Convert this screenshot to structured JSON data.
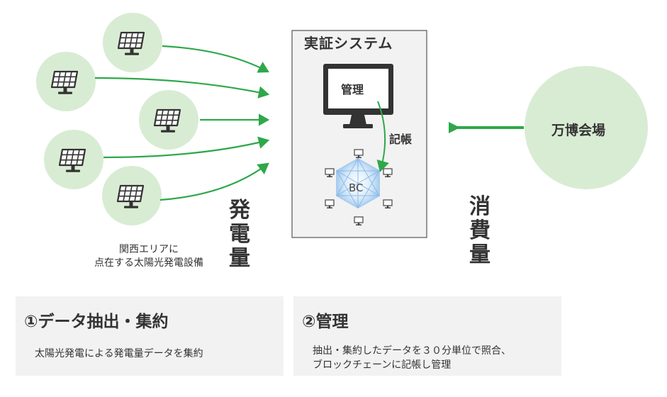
{
  "system": {
    "title": "実証システム",
    "monitor_label": "管理",
    "ledger_label": "記帳",
    "blockchain_label": "BC"
  },
  "venue": {
    "label": "万博会場"
  },
  "generation": {
    "vertical_label": "発電量",
    "caption_lines": [
      "関西エリアに",
      "点在する太陽光発電設備"
    ]
  },
  "consumption": {
    "vertical_label": "消費量"
  },
  "steps": [
    {
      "title": "①データ抽出・集約",
      "lines": [
        "太陽光発電による発電量データを集約"
      ]
    },
    {
      "title": "②管理",
      "lines": [
        "抽出・集約したデータを３０分単位で照合、",
        "ブロックチェーンに記帳し管理"
      ]
    }
  ],
  "colors": {
    "green": "#2ea84a",
    "node_fill": "#d8ecd3",
    "venue_fill": "#d8ecd3",
    "panel_bg": "#f2f2f2",
    "hex_glow": "#9ec9ee"
  },
  "icons": {
    "solar": "solar-panel-icon",
    "monitor": "computer-monitor-icon",
    "node": "network-node-icon"
  }
}
